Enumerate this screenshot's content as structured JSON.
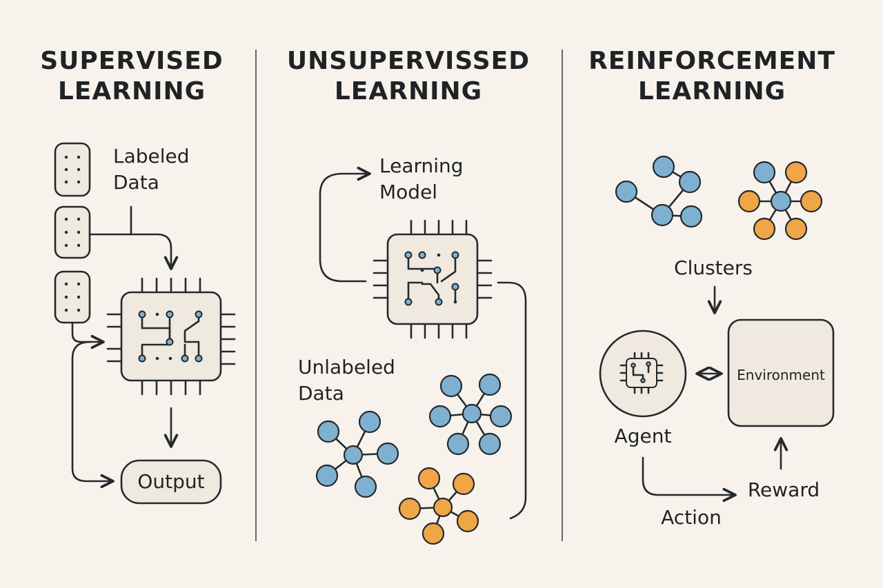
{
  "sections": {
    "supervised": {
      "title_line1": "SUPERVISED",
      "title_line2": "LEARNING",
      "labeled_data_line1": "Labeled",
      "labeled_data_line2": "Data",
      "output": "Output"
    },
    "unsupervised": {
      "title_line1": "UNSUPERVISSED",
      "title_line2": "LEARNING",
      "model_line1": "Learning",
      "model_line2": "Model",
      "unlabeled_line1": "Unlabeled",
      "unlabeled_line2": "Data"
    },
    "reinforcement": {
      "title_line1": "REINFORCEMENT",
      "title_line2": "LEARNING",
      "clusters": "Clusters",
      "environment": "Environment",
      "agent": "Agent",
      "reward": "Reward",
      "action": "Action"
    }
  },
  "colors": {
    "background": "#f7f3ec",
    "ink": "#24292d",
    "node_blue": "#7fb0cf",
    "node_orange": "#f0a646",
    "box_fill": "#efe9df"
  },
  "icons": [
    "data-card-icon",
    "chip-icon",
    "cluster-graph-icon",
    "agent-chip-icon"
  ]
}
